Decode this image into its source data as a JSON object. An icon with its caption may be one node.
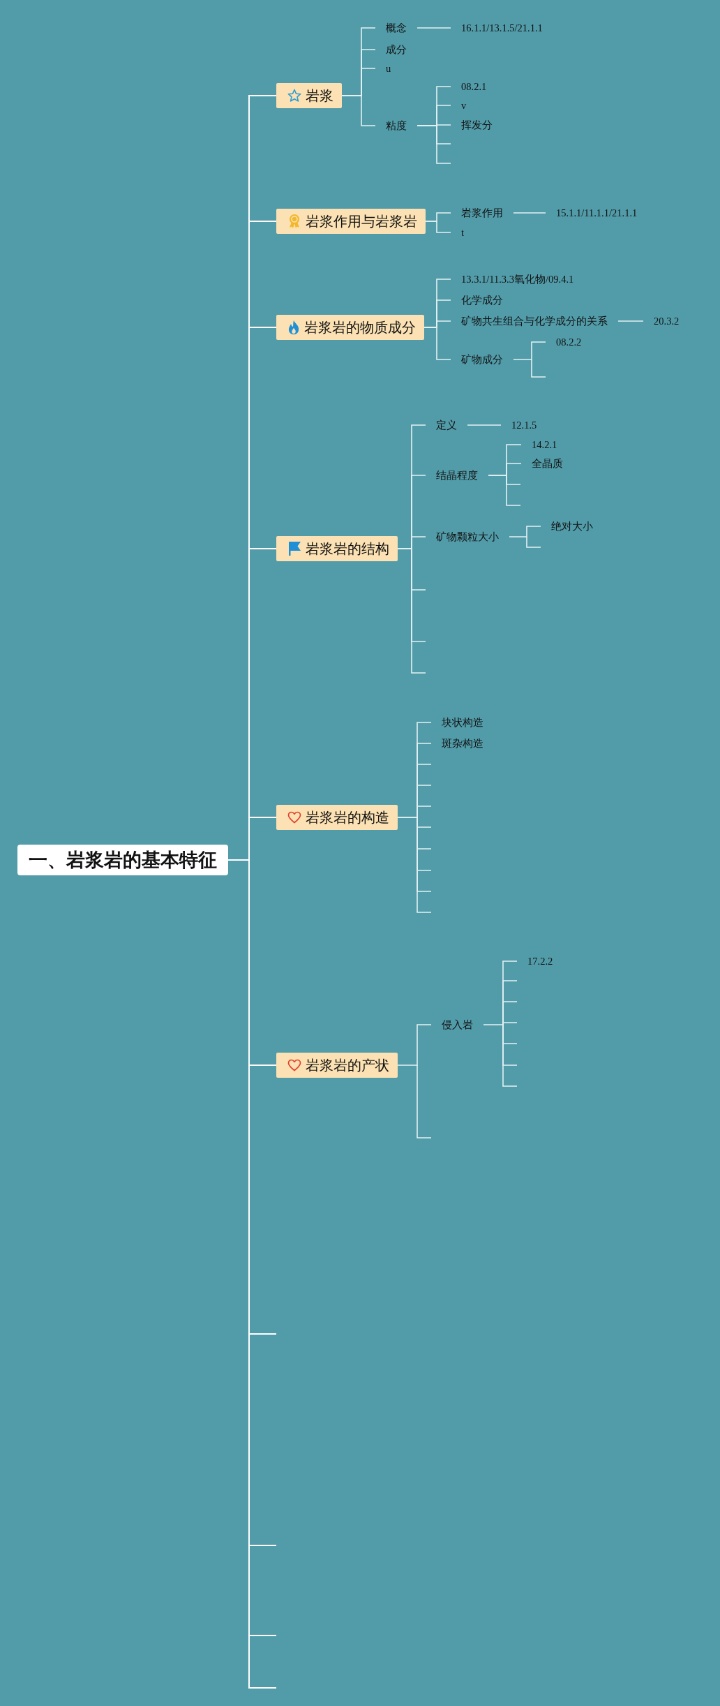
{
  "diagram": {
    "nodes": [
      {
        "text": [
          "一、岩浆岩的基本特征"
        ]
      },
      {
        "text": [
          "岩浆"
        ]
      },
      {
        "text": [
          "概念"
        ]
      },
      {
        "text": [
          "16.1.1/13.1.5/21.1.1"
        ]
      },
      {
        "text": [
          "成分"
        ]
      },
      {
        "text": [
          "u"
        ]
      },
      {
        "text": [
          "粘度"
        ]
      },
      {
        "text": [
          "08.2.1"
        ]
      },
      {
        "text": [
          "v"
        ]
      },
      {
        "text": [
          "挥发分"
        ]
      },
      {
        "text": [
          "岩浆作用与岩浆岩"
        ]
      },
      {
        "text": [
          "岩浆作用"
        ]
      },
      {
        "text": [
          "15.1.1/11.1.1/21.1.1"
        ]
      },
      {
        "text": [
          "t"
        ]
      },
      {
        "text": [
          "岩浆岩的物质成分"
        ]
      },
      {
        "text": [
          "13.3.1/11.3.3氧化物/09.4.1"
        ]
      },
      {
        "text": [
          "化学成分"
        ]
      },
      {
        "text": [
          "矿物共生组合与化学成分的关系"
        ]
      },
      {
        "text": [
          "20.3.2"
        ]
      },
      {
        "text": [
          "矿物成分"
        ]
      },
      {
        "text": [
          "08.2.2"
        ]
      },
      {
        "text": [
          "岩浆岩的结构"
        ]
      },
      {
        "text": [
          "定义"
        ]
      },
      {
        "text": [
          "12.1.5"
        ]
      },
      {
        "text": [
          "结晶程度"
        ]
      },
      {
        "text": [
          "14.2.1"
        ]
      },
      {
        "text": [
          "全晶质"
        ]
      },
      {
        "text": [
          "矿物颗粒大小"
        ]
      },
      {
        "text": [
          "绝对大小"
        ]
      },
      {
        "text": [
          "岩浆岩的构造"
        ]
      },
      {
        "text": [
          "块状构造"
        ]
      },
      {
        "text": [
          "斑杂构造"
        ]
      },
      {
        "text": [
          "岩浆岩的产状"
        ]
      },
      {
        "text": [
          "侵入岩"
        ]
      },
      {
        "text": [
          "17.2.2"
        ]
      }
    ],
    "edges": [
      {
        "from": 0,
        "to": 1,
        "arrow": "none"
      },
      {
        "from": 1,
        "to": 2,
        "arrow": "none"
      },
      {
        "from": 2,
        "to": 3,
        "arrow": "none"
      },
      {
        "from": 1,
        "to": 4,
        "arrow": "none"
      },
      {
        "from": 1,
        "to": 5,
        "arrow": "none"
      },
      {
        "from": 1,
        "to": 6,
        "arrow": "none"
      },
      {
        "from": 6,
        "to": 7,
        "arrow": "none"
      },
      {
        "from": 6,
        "to": 8,
        "arrow": "none"
      },
      {
        "from": 6,
        "to": 9,
        "arrow": "none"
      },
      {
        "from": 0,
        "to": 10,
        "arrow": "none"
      },
      {
        "from": 10,
        "to": 11,
        "arrow": "none"
      },
      {
        "from": 11,
        "to": 12,
        "arrow": "none"
      },
      {
        "from": 10,
        "to": 13,
        "arrow": "none"
      },
      {
        "from": 0,
        "to": 14,
        "arrow": "none"
      },
      {
        "from": 14,
        "to": 15,
        "arrow": "none"
      },
      {
        "from": 14,
        "to": 16,
        "arrow": "none"
      },
      {
        "from": 14,
        "to": 17,
        "arrow": "none"
      },
      {
        "from": 17,
        "to": 18,
        "arrow": "none"
      },
      {
        "from": 14,
        "to": 19,
        "arrow": "none"
      },
      {
        "from": 19,
        "to": 20,
        "arrow": "none"
      },
      {
        "from": 0,
        "to": 21,
        "arrow": "none"
      },
      {
        "from": 21,
        "to": 22,
        "arrow": "none"
      },
      {
        "from": 22,
        "to": 23,
        "arrow": "none"
      },
      {
        "from": 21,
        "to": 24,
        "arrow": "none"
      },
      {
        "from": 24,
        "to": 25,
        "arrow": "none"
      },
      {
        "from": 24,
        "to": 26,
        "arrow": "none"
      },
      {
        "from": 21,
        "to": 27,
        "arrow": "none"
      },
      {
        "from": 27,
        "to": 28,
        "arrow": "none"
      },
      {
        "from": 0,
        "to": 29,
        "arrow": "none"
      },
      {
        "from": 29,
        "to": 30,
        "arrow": "none"
      },
      {
        "from": 29,
        "to": 31,
        "arrow": "none"
      },
      {
        "from": 0,
        "to": 32,
        "arrow": "none"
      },
      {
        "from": 32,
        "to": 33,
        "arrow": "none"
      },
      {
        "from": 33,
        "to": 34,
        "arrow": "none"
      }
    ]
  }
}
